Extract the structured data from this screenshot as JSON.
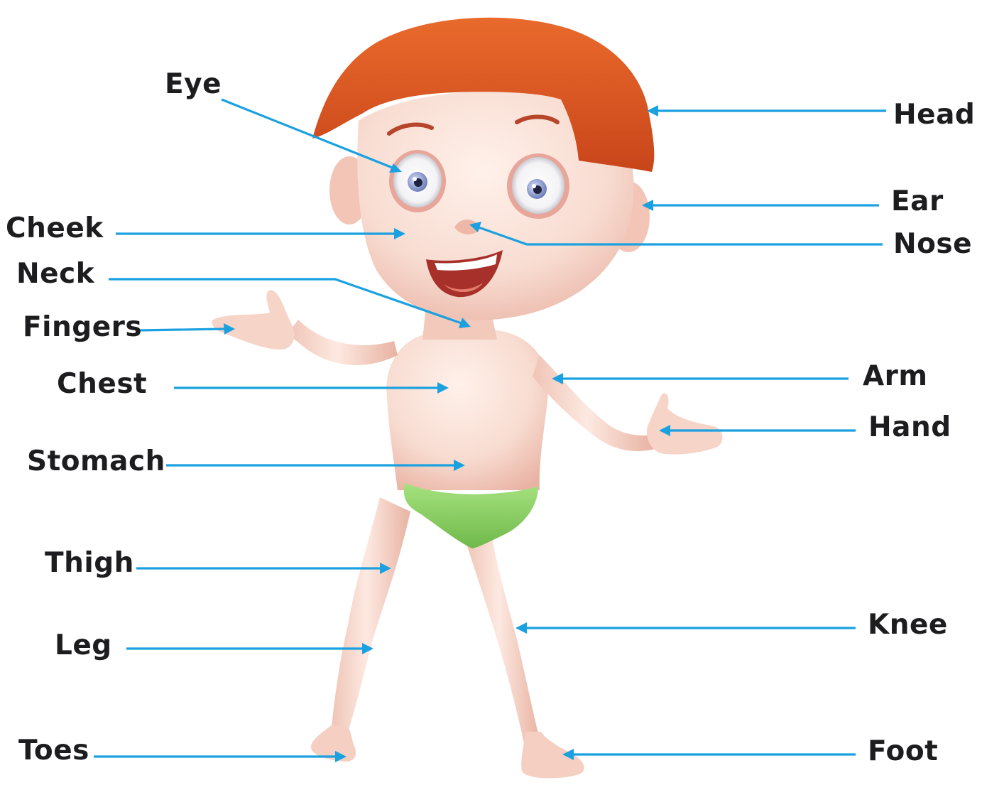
{
  "labels": {
    "eye": "Eye",
    "head": "Head",
    "ear": "Ear",
    "cheek": "Cheek",
    "nose": "Nose",
    "neck": "Neck",
    "fingers": "Fingers",
    "chest": "Chest",
    "arm": "Arm",
    "hand": "Hand",
    "stomach": "Stomach",
    "thigh": "Thigh",
    "knee": "Knee",
    "leg": "Leg",
    "toes": "Toes",
    "foot": "Foot"
  },
  "colors": {
    "leader_line": "#1ba1e0",
    "label_text": "#1d1d1f",
    "hair": "#d9541d",
    "skin": "#f9dcd2",
    "briefs": "#8fd46a",
    "background": "#ffffff"
  }
}
